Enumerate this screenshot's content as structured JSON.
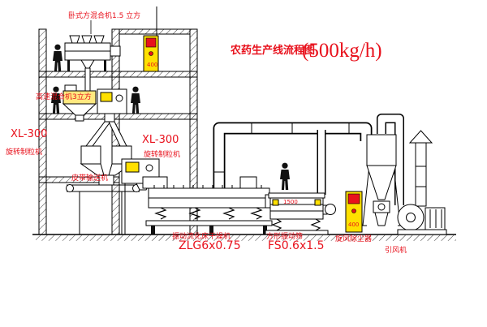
{
  "title": {
    "name": "农药生产线流程图",
    "capacity": "(500kg/h)"
  },
  "labels": {
    "mixer_top": "卧式方混合机1.5 立方",
    "mixer_high_speed": "高速混合机3立方",
    "granulator_left_model": "XL-300",
    "granulator_left_name": "旋转制粒机",
    "granulator_right_model": "XL-300",
    "granulator_right_name": "旋转制粒机",
    "belt_conveyor": "皮带输送机",
    "dryer_name": "振动流化床干燥机",
    "dryer_model": "ZLG6x0.75",
    "screen_name": "方形振动筛",
    "screen_model": "FS0.6x1.5",
    "screen_dim": "1500",
    "cyclone_name": "旋风除尘器",
    "fan_name": "引风机",
    "cabinet_top": "400",
    "cabinet_right": "400"
  },
  "figures": {
    "worker_silhouettes": 4
  },
  "colors": {
    "label_red": "#e8111c",
    "equipment_yellow": "#ffe000",
    "line_black": "#000000",
    "background": "#ffffff"
  }
}
